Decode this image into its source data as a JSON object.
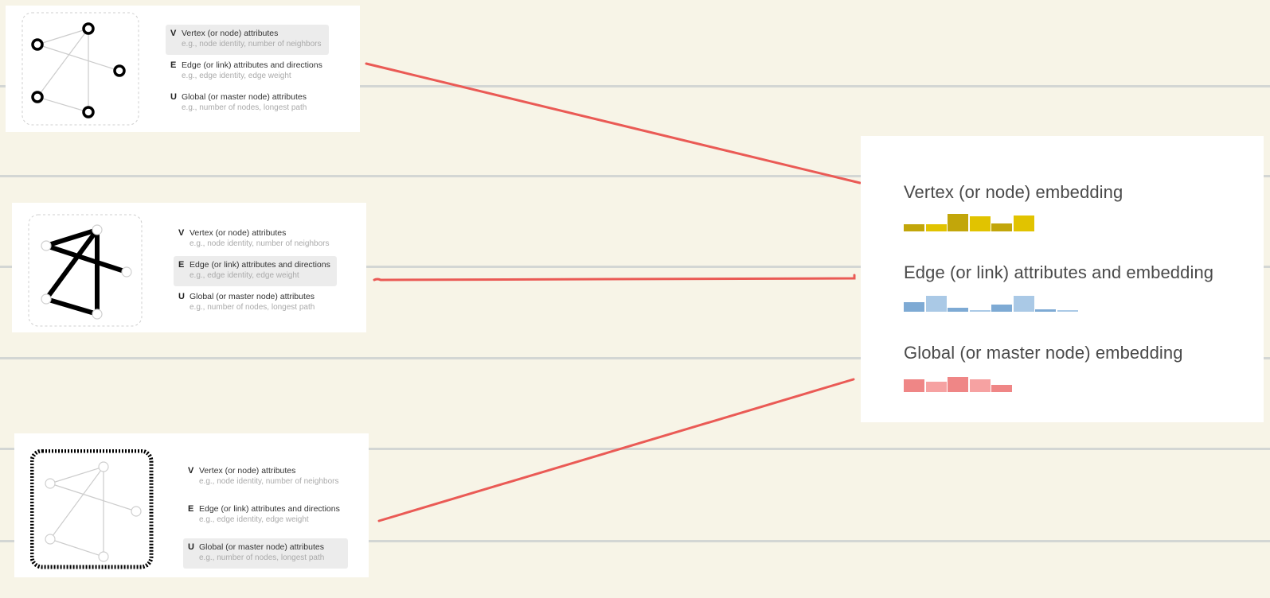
{
  "attribute_rows": [
    {
      "letter": "V",
      "title": "Vertex (or node) attributes",
      "example": "e.g., node identity, number of neighbors"
    },
    {
      "letter": "E",
      "title": "Edge (or link) attributes and directions",
      "example": "e.g., edge identity, edge weight"
    },
    {
      "letter": "U",
      "title": "Global (or master node) attributes",
      "example": "e.g., number of nodes, longest path"
    }
  ],
  "panels": [
    {
      "highlight": "V"
    },
    {
      "highlight": "E"
    },
    {
      "highlight": "U"
    }
  ],
  "embeddings": [
    {
      "label": "Vertex (or node) embedding",
      "color": "#e1c300",
      "dark": "#c2a60a",
      "levels": [
        0.35,
        0.35,
        0.85,
        0.72,
        0.4,
        0.78
      ]
    },
    {
      "label": "Edge (or link) attributes and embedding",
      "color": "#aac9e6",
      "dark": "#7eaad4",
      "levels": [
        0.45,
        0.78,
        0.2,
        0.05,
        0.35,
        0.75,
        0.12,
        0.05
      ]
    },
    {
      "label": "Global (or master node) embedding",
      "color": "#f6a2a2",
      "dark": "#ef8686",
      "levels": [
        0.6,
        0.5,
        0.72,
        0.62,
        0.35
      ]
    }
  ],
  "colors": {
    "background": "#f7f4e7",
    "connector": "#ea5a55",
    "rule": "#d3d6d4"
  }
}
